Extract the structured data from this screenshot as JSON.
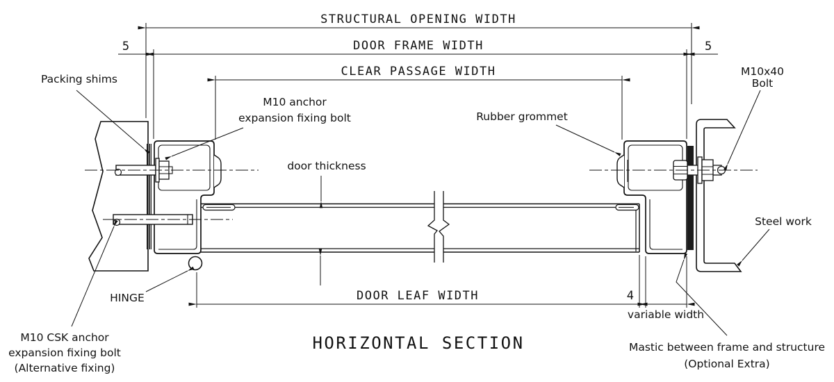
{
  "title": "HORIZONTAL SECTION",
  "dims": {
    "structural_opening": "STRUCTURAL OPENING WIDTH",
    "door_frame": "DOOR FRAME WIDTH",
    "clear_passage": "CLEAR PASSAGE WIDTH",
    "door_leaf": "DOOR LEAF WIDTH",
    "gap_left": "5",
    "gap_right": "5",
    "gap_leaf": "4",
    "variable_width": "variable width",
    "door_thickness": "door thickness"
  },
  "callouts": {
    "packing_shims": "Packing shims",
    "m10_anchor_line1": "M10 anchor",
    "m10_anchor_line2": "expansion fixing bolt",
    "rubber_grommet": "Rubber grommet",
    "m10x40_line1": "M10x40",
    "m10x40_line2": "Bolt",
    "steel_work": "Steel work",
    "hinge": "HINGE",
    "m10_csk_line1": "M10 CSK anchor",
    "m10_csk_line2": "expansion fixing bolt",
    "m10_csk_line3": "(Alternative fixing)",
    "mastic_line1": "Mastic between frame and structure",
    "mastic_line2": "(Optional Extra)"
  },
  "colors": {
    "line": "#111111",
    "background": "#ffffff",
    "shim_fill": "#1c1c1c",
    "mastic_fill": "#1c1c1c"
  }
}
